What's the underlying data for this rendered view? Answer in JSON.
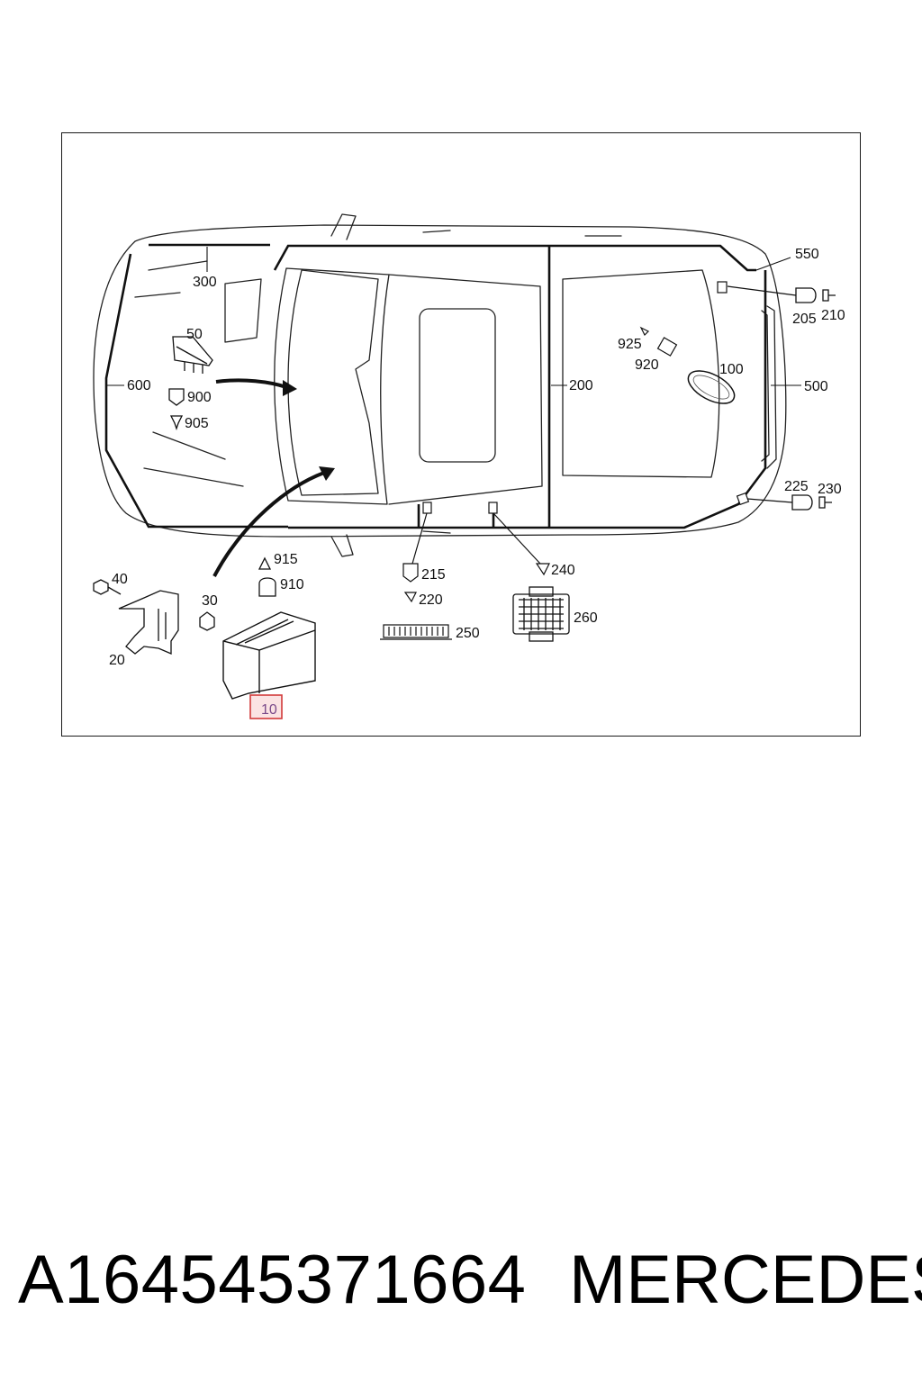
{
  "diagram": {
    "callouts": {
      "c300": "300",
      "c50": "50",
      "c600": "600",
      "c900": "900",
      "c905": "905",
      "c550": "550",
      "c205": "205",
      "c210": "210",
      "c925": "925",
      "c920": "920",
      "c100": "100",
      "c200": "200",
      "c500": "500",
      "c225": "225",
      "c230": "230",
      "c915": "915",
      "c910": "910",
      "c215": "215",
      "c220": "220",
      "c240": "240",
      "c250": "250",
      "c260": "260",
      "c40": "40",
      "c30": "30",
      "c20": "20",
      "c10": "10"
    },
    "highlight_color": "#d23a3a"
  },
  "footer": {
    "part_number": "A164545371664",
    "brand": "MERCEDES"
  }
}
